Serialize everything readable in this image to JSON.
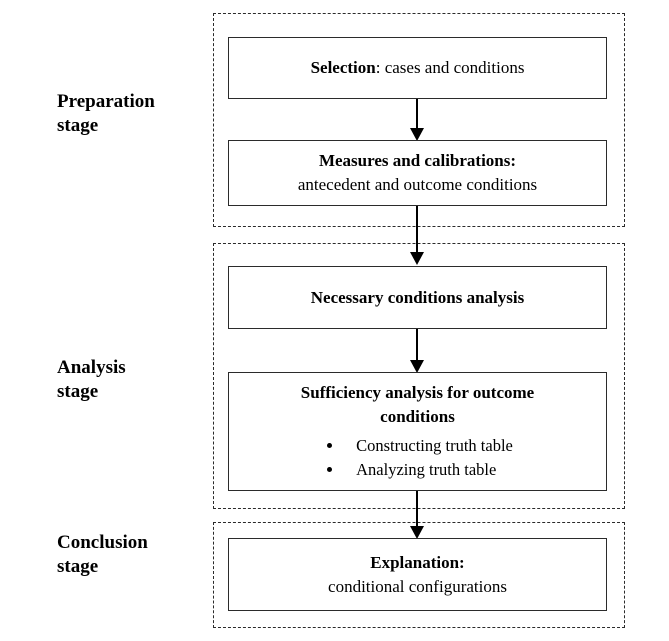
{
  "stages": [
    {
      "label": "Preparation stage"
    },
    {
      "label": "Analysis stage"
    },
    {
      "label": "Conclusion stage"
    }
  ],
  "boxes": {
    "selection": {
      "bold": "Selection",
      "rest": ": cases and conditions"
    },
    "measures": {
      "bold": "Measures and calibrations:",
      "rest": "antecedent and outcome conditions"
    },
    "necessary": {
      "bold": "Necessary conditions analysis"
    },
    "sufficiency": {
      "bold": "Sufficiency analysis for outcome conditions",
      "bullets": [
        "Constructing truth table",
        "Analyzing truth table"
      ]
    },
    "explanation": {
      "bold": "Explanation:",
      "rest": "conditional configurations"
    }
  }
}
